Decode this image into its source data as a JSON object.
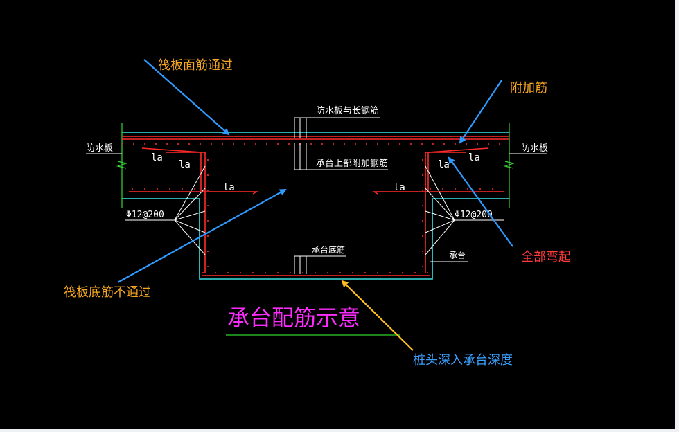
{
  "title": "承台配筋示意",
  "annotations": {
    "top_bar_through": "筏板面筋通过",
    "additional_bar": "附加筋",
    "all_bent_up": "全部弯起",
    "bottom_bar_not_through": "筏板底筋不通过",
    "pile_embed_depth": "桩头深入承台深度"
  },
  "cad_labels": {
    "waterproof_left": "防水板",
    "waterproof_right": "防水板",
    "top_bar_label": "防水板与长钢筋",
    "cap_top_bar_label": "承台上部附加钢筋",
    "cap_bottom_label": "承台底筋",
    "cap_label": "承台",
    "phi_left": "Φ12@200",
    "phi_right": "Φ12@200",
    "la": "la"
  },
  "colors": {
    "background": "#000000",
    "rebar": "#ff2a2a",
    "concrete_outline": "#39e6e6",
    "leader": "#ffffff",
    "arrow_blue": "#2f9bff",
    "arrow_yellow": "#ffbf20",
    "title_magenta": "#ff2cff",
    "title_underline": "#2fd12f",
    "text_orange": "#f6a623",
    "text_red": "#ff3b3b",
    "text_blue": "#3aa0ff",
    "green": "#3ad23a"
  }
}
